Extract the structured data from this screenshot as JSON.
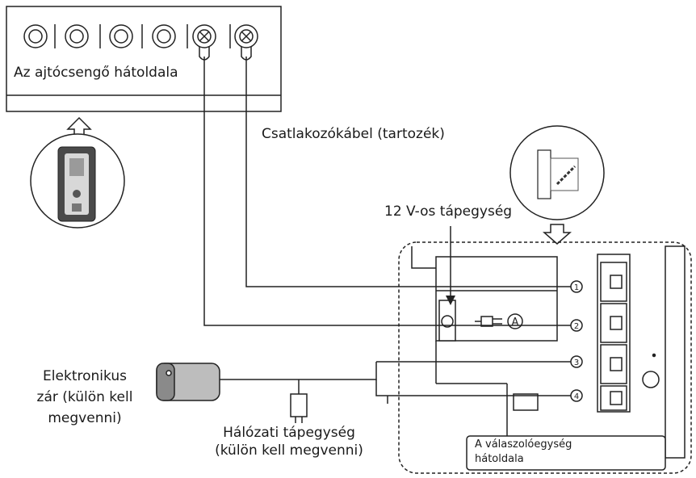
{
  "labels": {
    "doorbell_back": "Az ajtócsengő hátoldala",
    "cable": "Csatlakozókábel (tartozék)",
    "power_supply": "12 V-os tápegység",
    "lock_line1": "Elektronikus",
    "lock_line2": "zár (külön kell",
    "lock_line3": "megvenni)",
    "mains_line1": "Hálózati tápegység",
    "mains_line2": "(külön kell megvenni)",
    "responder_line1": "A válaszolóegység",
    "responder_line2": "hátoldala"
  },
  "terminal_numbers": [
    "1",
    "2",
    "3",
    "4"
  ],
  "adapter_symbol": "A"
}
